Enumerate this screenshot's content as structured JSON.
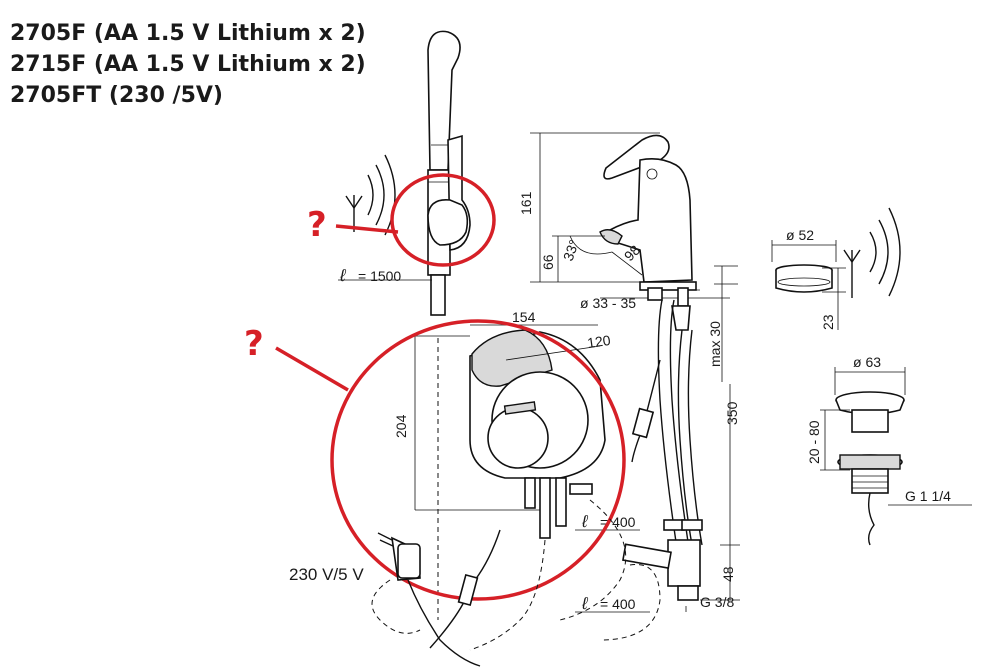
{
  "titles": [
    "2705F (AA 1.5 V Lithium x 2)",
    "2715F (AA 1.5 V Lithium x 2)",
    "2705FT (230 /5V)"
  ],
  "marks": {
    "question": "?"
  },
  "dimensions": {
    "hose_length": "= 1500",
    "length_symbol": "ℓ",
    "height_161": "161",
    "height_66": "66",
    "angle_33": "33°",
    "reach_98": "98",
    "hole_diameter": "ø 33 - 35",
    "max_30": "max 30",
    "width_154": "154",
    "width_120": "120",
    "height_204": "204",
    "height_350": "350",
    "height_48": "48",
    "cable_400a": "= 400",
    "cable_400b": "= 400",
    "thread_g38": "G 3/8",
    "sensor_d52": "ø 52",
    "sensor_h23": "23",
    "waste_d63": "ø 63",
    "waste_h2080": "20 - 80",
    "thread_g114": "G 1 1/4",
    "power_label": "230 V/5 V"
  },
  "colors": {
    "highlight": "#d62027",
    "line": "#111111",
    "fill": "#d9d9d9"
  },
  "icons": [
    "antenna-icon",
    "wireless-waves-icon",
    "power-adapter-icon"
  ]
}
